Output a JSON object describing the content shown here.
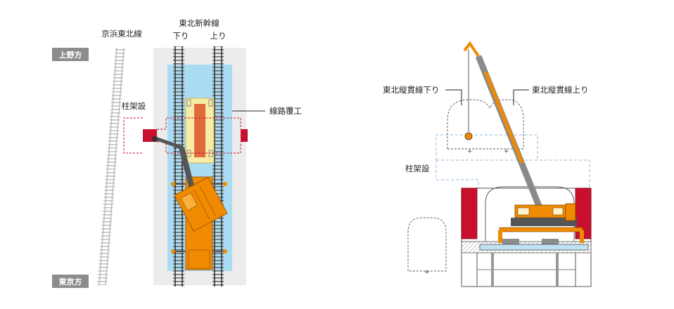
{
  "left_view": {
    "direction_top": "上野方",
    "direction_bottom": "東京方",
    "line_keihin": "京浜東北線",
    "line_tohoku": "東北新幹線",
    "track_down": "下り",
    "track_up": "上り",
    "callout_pillar": "柱架設",
    "callout_cover": "線路覆工"
  },
  "right_view": {
    "callout_down": "東北縦貫線下り",
    "callout_up": "東北縦貫線上り",
    "callout_pillar": "柱架設"
  },
  "colors": {
    "crane_orange": "#f08a00",
    "pillar_red": "#c8102e",
    "cover_blue": "#a9dcf2",
    "deck_yellow": "#f7eba6",
    "badge_gray": "#8c8c8c",
    "dashed_blue": "#8fb6d4"
  }
}
